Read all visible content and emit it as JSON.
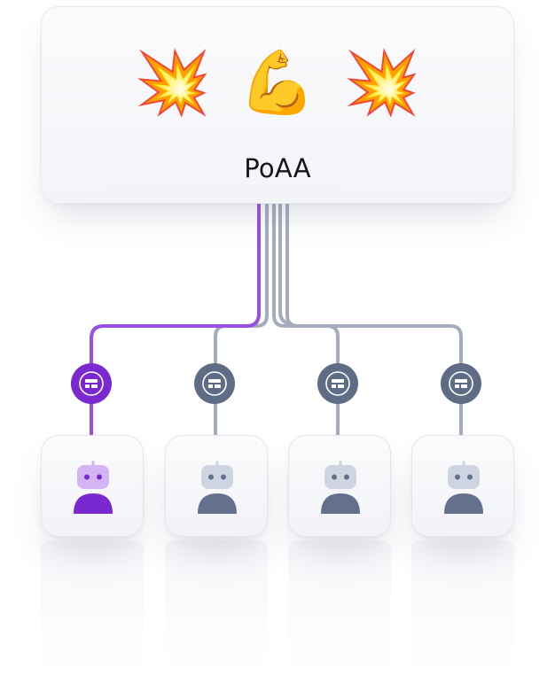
{
  "top": {
    "emojis": [
      "💥",
      "💪",
      "💥"
    ],
    "emoji_names": [
      "collision-icon",
      "flexed-biceps-icon",
      "collision-icon"
    ],
    "title": "PoAA"
  },
  "colors": {
    "active": "#9b4fe0",
    "active_dark": "#7a28cf",
    "inactive": "#a5adbd",
    "inactive_dark": "#5f6c86",
    "robot_active_head": "#d3b4f5",
    "robot_inactive_head": "#cfd5e0",
    "robot_inactive_body": "#64718c"
  },
  "nodes": [
    {
      "state": "active",
      "connector_icon": "server-icon",
      "avatar_icon": "robot-icon"
    },
    {
      "state": "inactive",
      "connector_icon": "server-icon",
      "avatar_icon": "robot-icon"
    },
    {
      "state": "inactive",
      "connector_icon": "server-icon",
      "avatar_icon": "robot-icon"
    },
    {
      "state": "inactive",
      "connector_icon": "server-icon",
      "avatar_icon": "robot-icon"
    }
  ]
}
